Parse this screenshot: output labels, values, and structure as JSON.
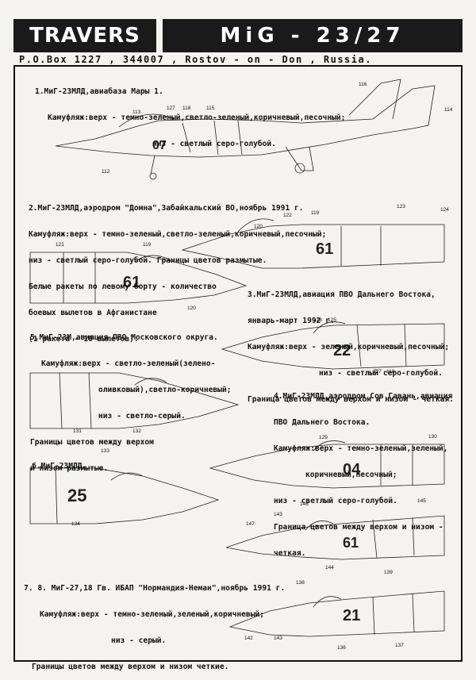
{
  "header": {
    "brand": "TRAVERS",
    "title": "MiG - 23/27",
    "address": "P.O.Box 1227 , 344007 , Rostov - on - Don , Russia."
  },
  "sections": [
    {
      "id": 1,
      "lines": [
        "1.МиГ-23МЛД,авиабаза Мары 1.",
        "Камуфляж:верх - темно-зеленый,светло-зеленый,коричневый,песочный;",
        "низ - светлый серо-голубой."
      ]
    },
    {
      "id": 2,
      "lines": [
        "2.МиГ-23МЛД,аэродром \"Домна\",Забайкальский ВО,ноябрь 1991 г.",
        "Камуфляж:верх - темно-зеленый,светло-зеленый,коричневый,песочный;",
        "низ - светлый серо-голубой. Границы цветов размытые.",
        "Белые ракеты по левому борту - количество",
        "боевых вылетов в Афганистане",
        "(1 ракета - 10 вылетов)."
      ]
    },
    {
      "id": 3,
      "lines": [
        "3.МиГ-23МЛД,авиация ПВО Дальнего Востока,",
        "январь-март 1992 г.",
        "Камуфляж:верх - зеленый,коричневый,песочный;",
        "низ - светлый серо-голубой.",
        "Граница цветов между верхом и низом - четкая."
      ]
    },
    {
      "id": 4,
      "lines": [
        "4.МиГ-23МЛД,аэродром Сов.Гавань,авиация",
        "ПВО Дальнего Востока.",
        "Камуфляж:верх - темно-зеленый,зеленый,",
        "коричневый,песочный;",
        "низ - светлый серо-голубой.",
        "Граница цветов между верхом и низом -",
        "четкая."
      ]
    },
    {
      "id": 5,
      "lines": [
        "5.МиГ-23М,авиация ПВО Московского округа.",
        "Камуфляж:верх - светло-зеленый(зелено-",
        "оливковый),светло-коричневый;",
        "низ - светло-серый.",
        "Границы цветов между верхом",
        "и низом размытые."
      ]
    },
    {
      "id": 6,
      "lines": [
        "6.МиГ-23МЛД."
      ]
    },
    {
      "id": 7,
      "lines": [
        "7. 8. МиГ-27,18 Гв. ИБАП \"Нормандия-Неман\",ноябрь 1991 г.",
        "Камуфляж:верх - темно-зеленый,зеленый,коричневый;",
        "низ - серый.",
        "Границы цветов между верхом и низом четкие."
      ]
    }
  ],
  "aircraft_codes": [
    "07",
    "61",
    "61",
    "22",
    "04",
    "25",
    "61",
    "21"
  ],
  "callouts": [
    "116",
    "113",
    "127",
    "118",
    "115",
    "114",
    "112",
    "121",
    "122",
    "119",
    "123",
    "124",
    "120",
    "119",
    "120",
    "128",
    "125",
    "127",
    "118",
    "131",
    "132",
    "129",
    "130",
    "133",
    "134",
    "146",
    "145",
    "147",
    "143",
    "144",
    "138",
    "139",
    "142",
    "143",
    "136",
    "137"
  ]
}
